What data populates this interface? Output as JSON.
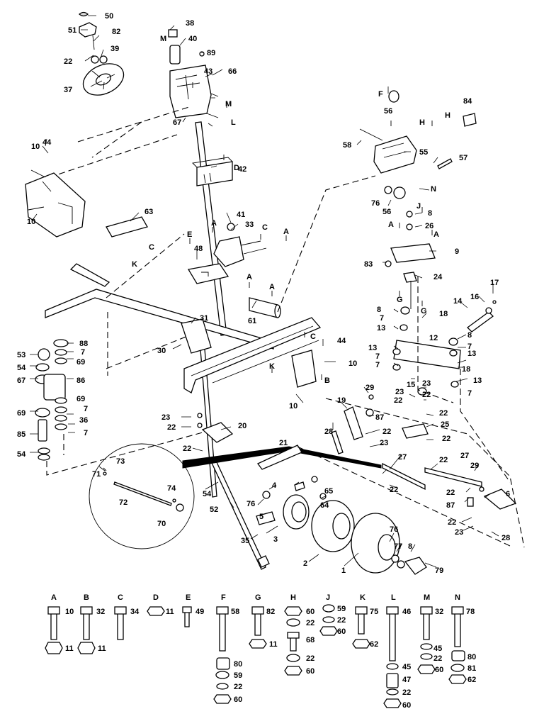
{
  "callouts": [
    "1",
    "2",
    "3",
    "4",
    "5",
    "6",
    "7",
    "8",
    "9",
    "10",
    "11",
    "12",
    "13",
    "14",
    "15",
    "16",
    "17",
    "18",
    "19",
    "20",
    "21",
    "22",
    "23",
    "24",
    "25",
    "26",
    "27",
    "28",
    "29",
    "30",
    "31",
    "32",
    "33",
    "34",
    "35",
    "36",
    "37",
    "38",
    "39",
    "40",
    "41",
    "42",
    "43",
    "44",
    "45",
    "46",
    "47",
    "48",
    "49",
    "50",
    "51",
    "52",
    "53",
    "54",
    "55",
    "56",
    "57",
    "58",
    "59",
    "60",
    "61",
    "62",
    "63",
    "64",
    "65",
    "66",
    "67",
    "68",
    "69",
    "70",
    "71",
    "72",
    "73",
    "74",
    "75",
    "76",
    "77",
    "78",
    "79",
    "80",
    "81",
    "82",
    "83",
    "84",
    "85",
    "86",
    "87",
    "88",
    "89"
  ],
  "ref_letters": [
    "A",
    "B",
    "C",
    "D",
    "E",
    "F",
    "G",
    "H",
    "J",
    "K",
    "L",
    "M",
    "N"
  ],
  "hardware_legend": [
    {
      "letter": "A",
      "parts": [
        "10",
        "11"
      ]
    },
    {
      "letter": "B",
      "parts": [
        "32",
        "11"
      ]
    },
    {
      "letter": "C",
      "parts": [
        "34"
      ]
    },
    {
      "letter": "D",
      "parts": [
        "11"
      ]
    },
    {
      "letter": "E",
      "parts": [
        "49"
      ]
    },
    {
      "letter": "F",
      "parts": [
        "58",
        "80",
        "59",
        "22",
        "60"
      ]
    },
    {
      "letter": "G",
      "parts": [
        "82",
        "11"
      ]
    },
    {
      "letter": "H",
      "parts": [
        "60",
        "22",
        "68",
        "22",
        "60"
      ]
    },
    {
      "letter": "J",
      "parts": [
        "59",
        "22",
        "60"
      ]
    },
    {
      "letter": "K",
      "parts": [
        "75",
        "62"
      ]
    },
    {
      "letter": "L",
      "parts": [
        "46",
        "45",
        "47",
        "22",
        "60"
      ]
    },
    {
      "letter": "M",
      "parts": [
        "32",
        "45",
        "22",
        "60"
      ]
    },
    {
      "letter": "N",
      "parts": [
        "78",
        "80",
        "81",
        "62"
      ]
    }
  ]
}
